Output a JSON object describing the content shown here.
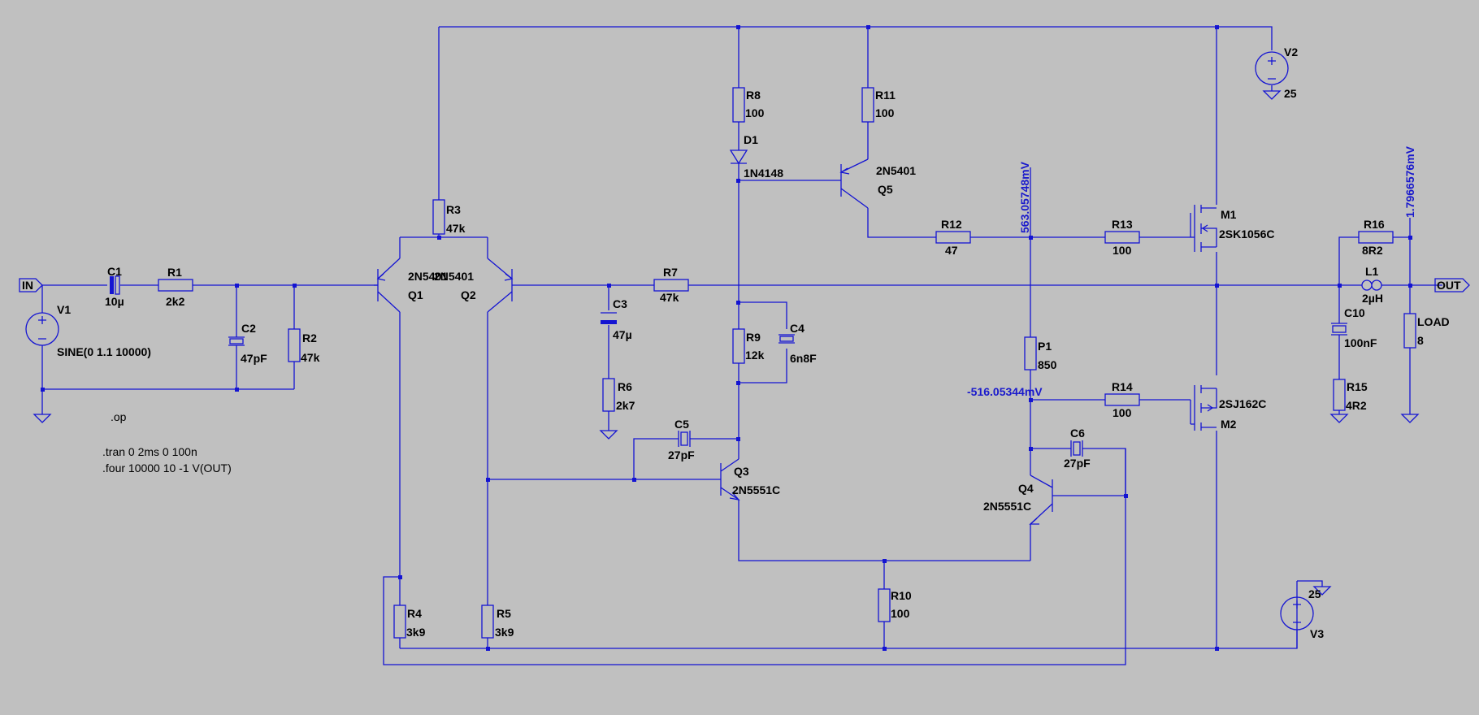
{
  "colors": {
    "background": "#c0c0c0",
    "wire": "#1414d2",
    "text": "#000000",
    "probe": "#1a1acc"
  },
  "ports": {
    "in": "IN",
    "out": "OUT"
  },
  "components": {
    "C1": {
      "ref": "C1",
      "value": "10µ"
    },
    "R1": {
      "ref": "R1",
      "value": "2k2"
    },
    "C2": {
      "ref": "C2",
      "value": "47pF"
    },
    "R2": {
      "ref": "R2",
      "value": "47k"
    },
    "V1": {
      "ref": "V1",
      "value": "SINE(0 1.1 10000)"
    },
    "R3": {
      "ref": "R3",
      "value": "47k"
    },
    "Q1": {
      "ref": "Q1",
      "value": "2N5401"
    },
    "Q2": {
      "ref": "Q2",
      "value": "2N5401"
    },
    "R4": {
      "ref": "R4",
      "value": "3k9"
    },
    "R5": {
      "ref": "R5",
      "value": "3k9"
    },
    "C3": {
      "ref": "C3",
      "value": "47µ"
    },
    "R6": {
      "ref": "R6",
      "value": "2k7"
    },
    "R7": {
      "ref": "R7",
      "value": "47k"
    },
    "R8": {
      "ref": "R8",
      "value": "100"
    },
    "D1": {
      "ref": "D1",
      "value": "1N4148"
    },
    "R9": {
      "ref": "R9",
      "value": "12k"
    },
    "C4": {
      "ref": "C4",
      "value": "6n8F"
    },
    "C5": {
      "ref": "C5",
      "value": "27pF"
    },
    "Q3": {
      "ref": "Q3",
      "value": "2N5551C"
    },
    "R10": {
      "ref": "R10",
      "value": "100"
    },
    "R11": {
      "ref": "R11",
      "value": "100"
    },
    "Q5": {
      "ref": "Q5",
      "value": "2N5401"
    },
    "R12": {
      "ref": "R12",
      "value": "47"
    },
    "R13": {
      "ref": "R13",
      "value": "100"
    },
    "P1": {
      "ref": "P1",
      "value": "850"
    },
    "R14": {
      "ref": "R14",
      "value": "100"
    },
    "C6": {
      "ref": "C6",
      "value": "27pF"
    },
    "Q4": {
      "ref": "Q4",
      "value": "2N5551C"
    },
    "M1": {
      "ref": "M1",
      "value": "2SK1056C"
    },
    "M2": {
      "ref": "M2",
      "value": "2SJ162C"
    },
    "V2": {
      "ref": "V2",
      "value": "25"
    },
    "V3": {
      "ref": "V3",
      "value": "25"
    },
    "R16": {
      "ref": "R16",
      "value": "8R2"
    },
    "L1": {
      "ref": "L1",
      "value": "2µH"
    },
    "C10": {
      "ref": "C10",
      "value": "100nF"
    },
    "R15": {
      "ref": "R15",
      "value": "4R2"
    },
    "LOAD": {
      "ref": "LOAD",
      "value": "8"
    }
  },
  "probes": {
    "p1_top": "563.05748mV",
    "p1_bottom": "-516.05344mV",
    "out": "1.7966576mV"
  },
  "directives": {
    "op": ".op",
    "tran": ".tran 0 2ms 0 100n",
    "four": ".four 10000 10 -1 V(OUT)"
  }
}
